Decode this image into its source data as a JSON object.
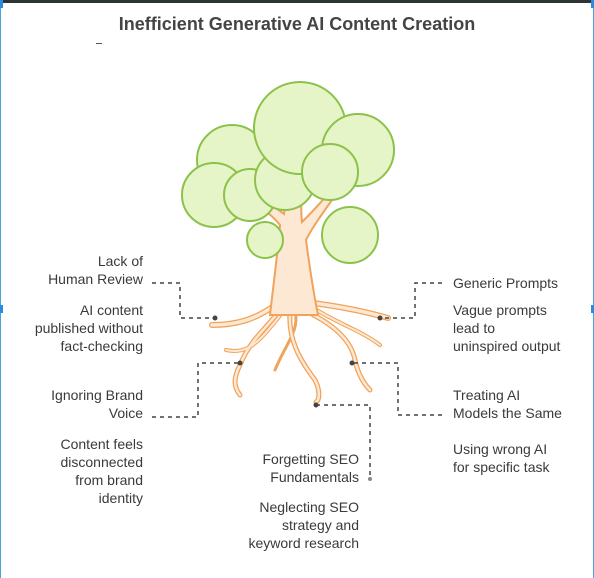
{
  "title": "Inefficient Generative AI Content Creation",
  "colors": {
    "foliage_fill": "#e6f5c8",
    "foliage_stroke": "#8cc24a",
    "trunk_fill": "#fde8d4",
    "trunk_stroke": "#f0a35a",
    "connector": "#444444"
  },
  "causes": {
    "human_review": {
      "title": "Lack of Human Review",
      "desc": "AI content published without fact-checking"
    },
    "brand_voice": {
      "title": "Ignoring Brand Voice",
      "desc": "Content feels disconnected from brand identity"
    },
    "seo": {
      "title": "Forgetting SEO Fundamentals",
      "desc": "Neglecting SEO strategy and keyword research"
    },
    "generic_prompts": {
      "title": "Generic Prompts",
      "desc": "Vague prompts lead to uninspired output"
    },
    "ai_models": {
      "title": "Treating AI Models the Same",
      "desc": "Using wrong AI for specific task"
    }
  }
}
